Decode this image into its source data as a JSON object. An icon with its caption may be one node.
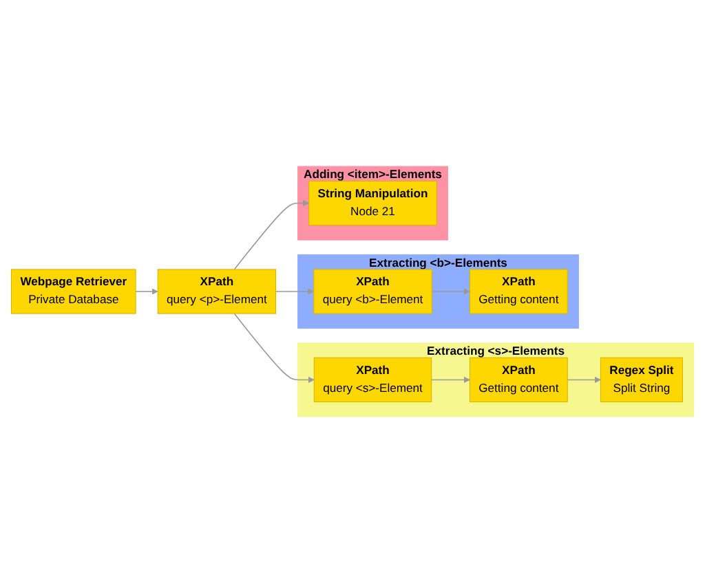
{
  "diagram": {
    "nodes": [
      {
        "text": [
          "Adding <item>-Elements"
        ]
      },
      {
        "text": [
          "String Manipulation",
          "Node 21"
        ],
        "in": 0
      },
      {
        "text": [
          "Webpage Retriever",
          "Private Database"
        ]
      },
      {
        "text": [
          "XPath",
          "query <p>-Element"
        ]
      },
      {
        "text": [
          "Extracting <b>-Elements"
        ]
      },
      {
        "text": [
          "XPath",
          "query <b>-Element"
        ],
        "in": 4
      },
      {
        "text": [
          "XPath",
          "Getting content"
        ],
        "in": 4
      },
      {
        "text": [
          "Extracting <s>-Elements"
        ]
      },
      {
        "text": [
          "XPath",
          "query <s>-Element"
        ],
        "in": 7
      },
      {
        "text": [
          "XPath",
          "Getting content"
        ],
        "in": 7
      },
      {
        "text": [
          "Regex Split",
          "Split String"
        ],
        "in": 7
      }
    ],
    "edges": [
      {
        "from": 2,
        "to": 3,
        "arrow": "to"
      },
      {
        "from": 3,
        "to": 1,
        "arrow": "to"
      },
      {
        "from": 3,
        "to": 5,
        "arrow": "to"
      },
      {
        "from": 5,
        "to": 6,
        "arrow": "to"
      },
      {
        "from": 3,
        "to": 8,
        "arrow": "to"
      },
      {
        "from": 8,
        "to": 9,
        "arrow": "to"
      },
      {
        "from": 9,
        "to": 10,
        "arrow": "to"
      }
    ]
  }
}
